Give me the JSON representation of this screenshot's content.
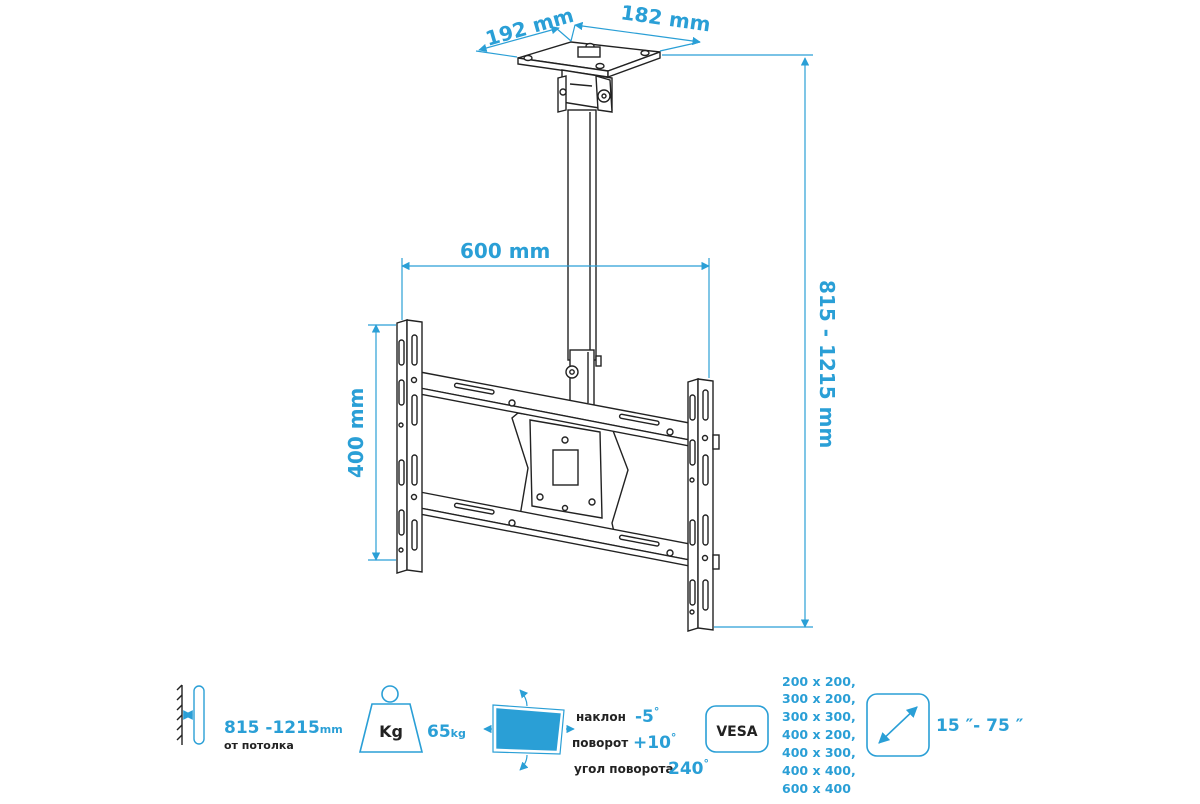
{
  "dimensions": {
    "plate_depth": "192 mm",
    "plate_width": "182 mm",
    "frame_width": "600 mm",
    "frame_height": "400 mm",
    "total_height": "815 - 1215 mm"
  },
  "specs": {
    "height": {
      "range": "815 -1215",
      "unit": "mm",
      "note": "от потолка"
    },
    "load": {
      "badge": "Kg",
      "value": "65",
      "unit": "kg"
    },
    "adjustment": {
      "tilt_label": "наклон",
      "tilt_value": "-5",
      "tilt_degree": "°",
      "tilt_up_label": "поворот",
      "tilt_up_value": "+10",
      "tilt_up_degree": "°",
      "rotation_label": "угол поворота",
      "rotation_value": "240",
      "rotation_degree": "°"
    },
    "vesa": {
      "badge": "VESA",
      "patterns": [
        "200 x 200,",
        "300 x 200,",
        "300 x 300,",
        "400 x 200,",
        "400 x 300,",
        "400 x 400,",
        "600 x 400"
      ]
    },
    "screen_size": {
      "range": "15 ″- 75 ″"
    }
  },
  "colors": {
    "accent": "#2a9fd6",
    "line": "#222222"
  }
}
